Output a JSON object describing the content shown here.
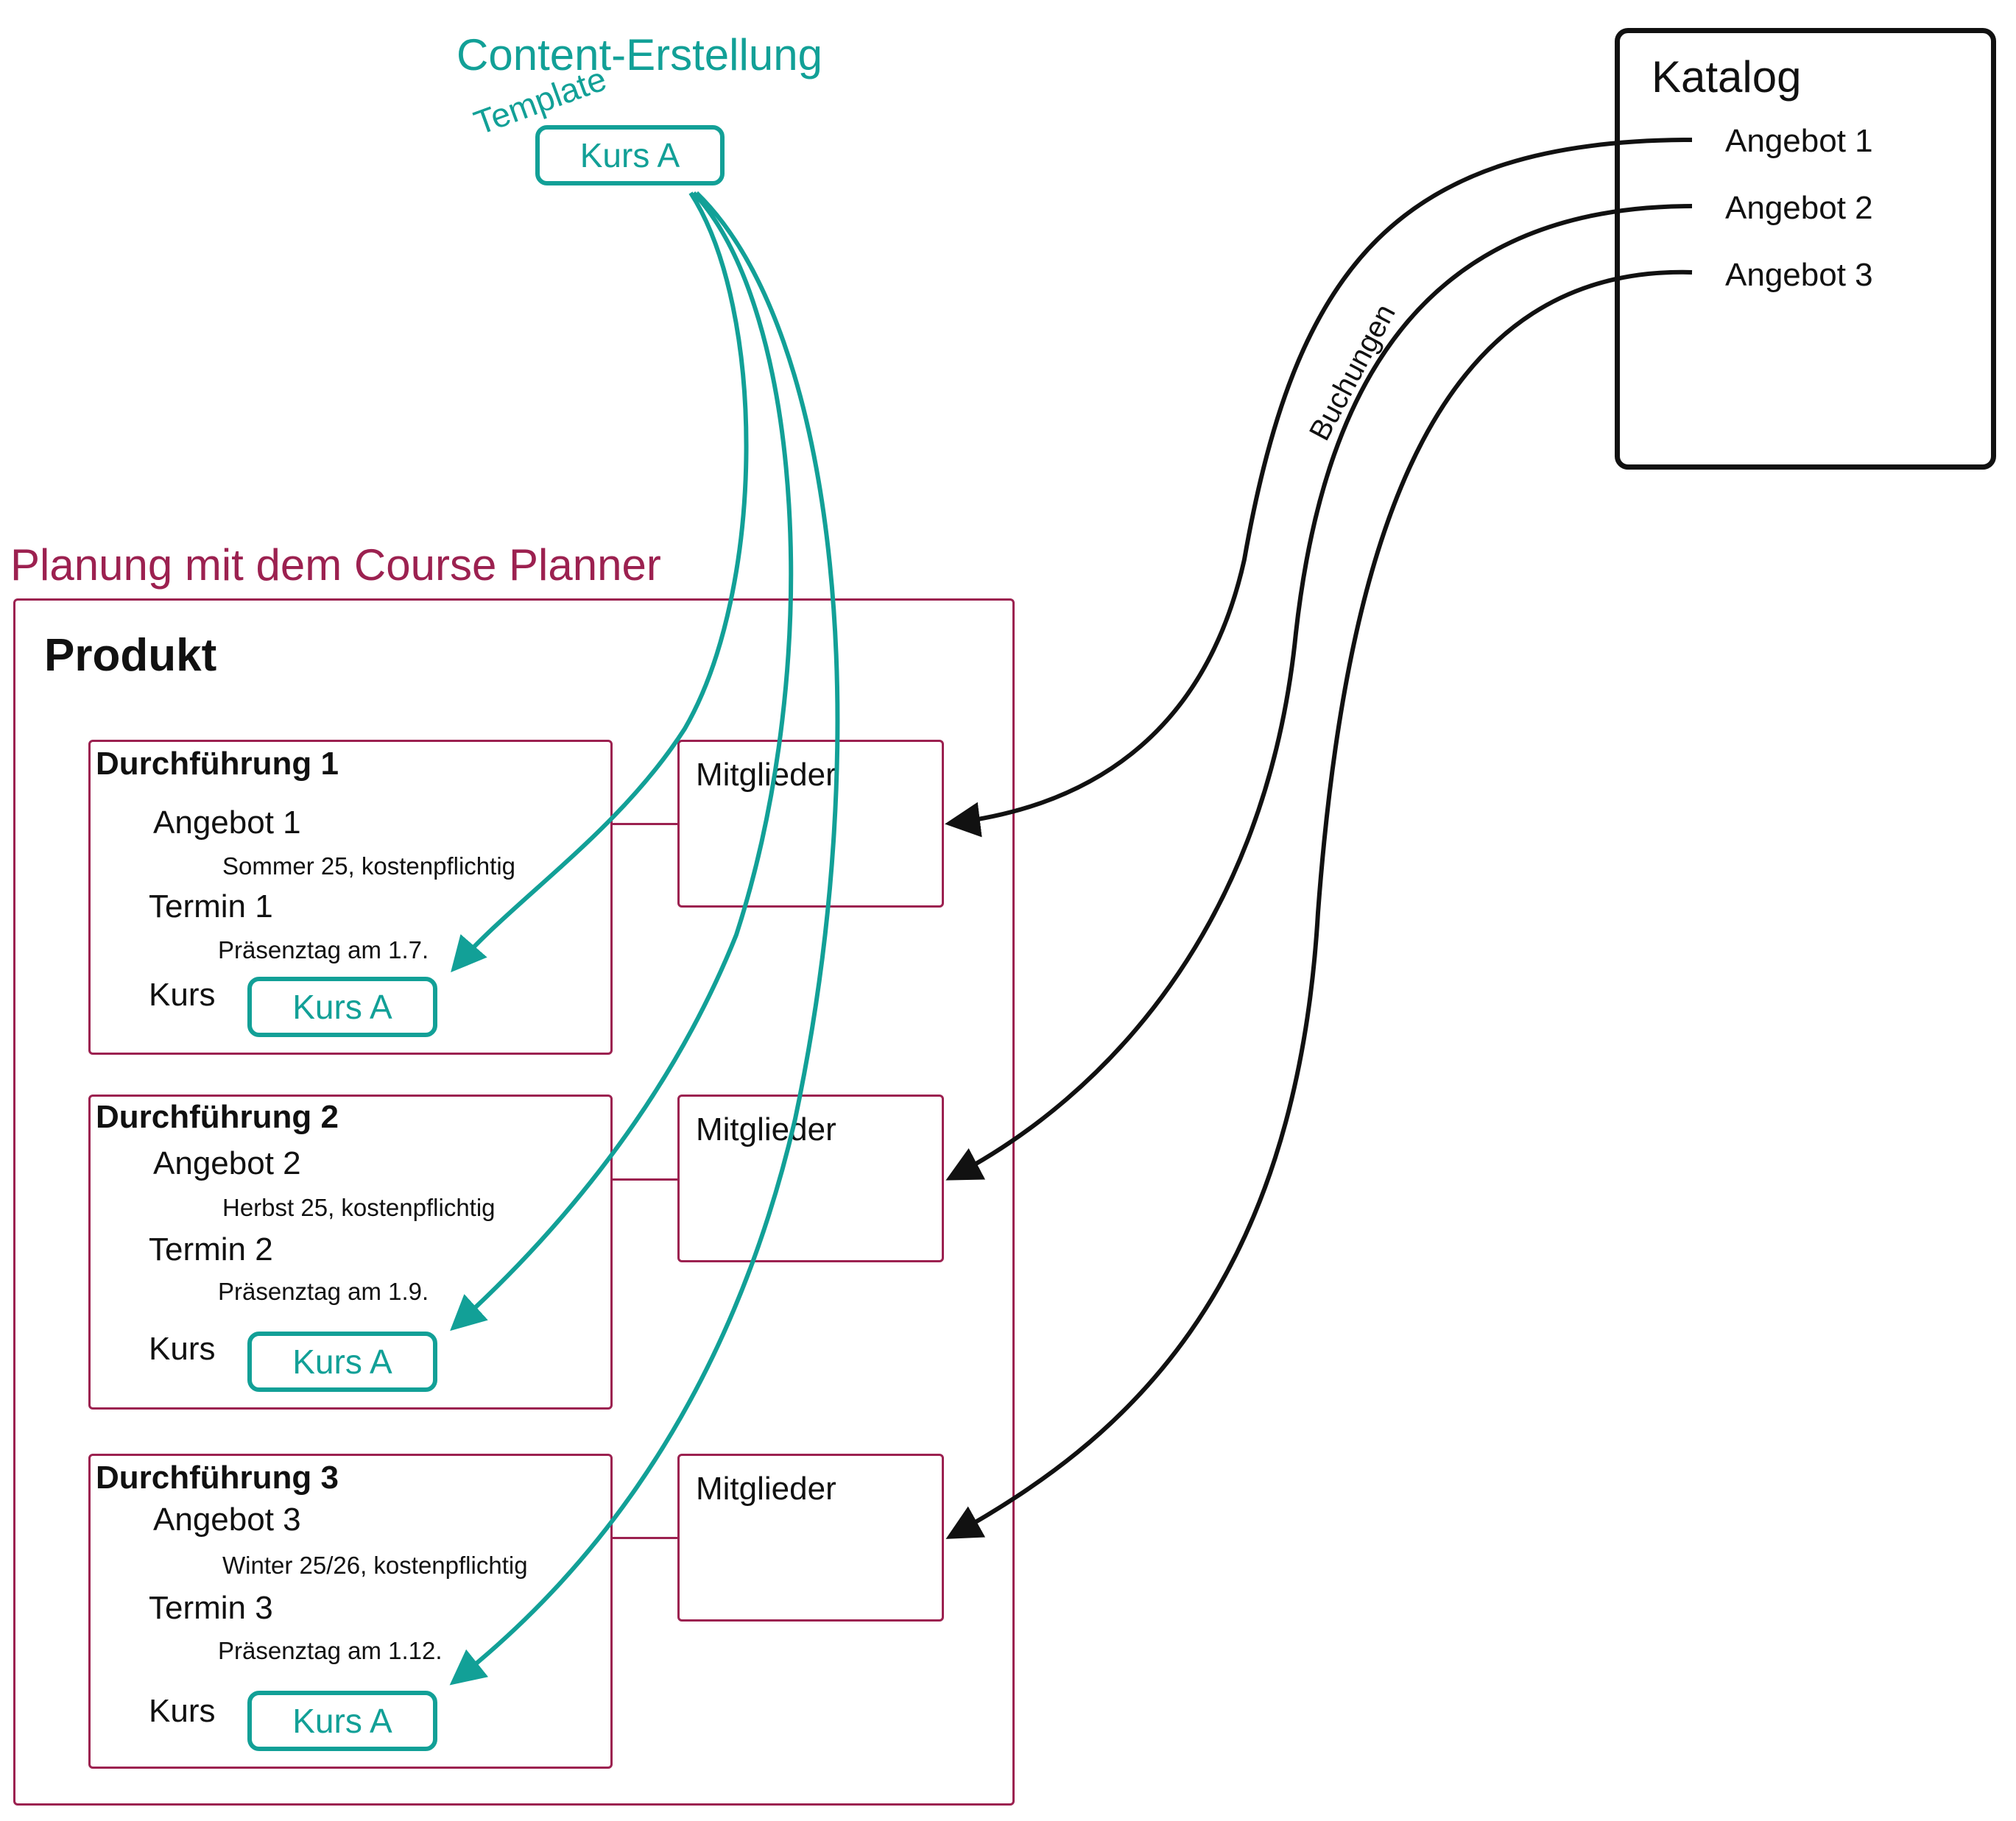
{
  "content_section": {
    "title": "Content-Erstellung",
    "template_label": "Template",
    "course_label": "Kurs A"
  },
  "planning_section": {
    "title": "Planung mit dem Course Planner",
    "product_title": "Produkt",
    "runs": [
      {
        "title": "Durchführung 1",
        "offer": "Angebot 1",
        "offer_detail": "Sommer 25, kostenpflichtig",
        "term": "Termin 1",
        "term_detail": "Präsenztag am 1.7.",
        "course_label": "Kurs",
        "course_value": "Kurs A",
        "members_label": "Mitglieder"
      },
      {
        "title": "Durchführung 2",
        "offer": "Angebot 2",
        "offer_detail": "Herbst 25, kostenpflichtig",
        "term": "Termin 2",
        "term_detail": "Präsenztag am 1.9.",
        "course_label": "Kurs",
        "course_value": "Kurs A",
        "members_label": "Mitglieder"
      },
      {
        "title": "Durchführung 3",
        "offer": "Angebot 3",
        "offer_detail": "Winter 25/26, kostenpflichtig",
        "term": "Termin 3",
        "term_detail": "Präsenztag am 1.12.",
        "course_label": "Kurs",
        "course_value": "Kurs A",
        "members_label": "Mitglieder"
      }
    ]
  },
  "catalog": {
    "title": "Katalog",
    "items": [
      "Angebot 1",
      "Angebot 2",
      "Angebot 3"
    ],
    "arrow_label": "Buchungen"
  },
  "colors": {
    "teal": "#12a097",
    "plum": "#9c2150",
    "black": "#111111"
  }
}
